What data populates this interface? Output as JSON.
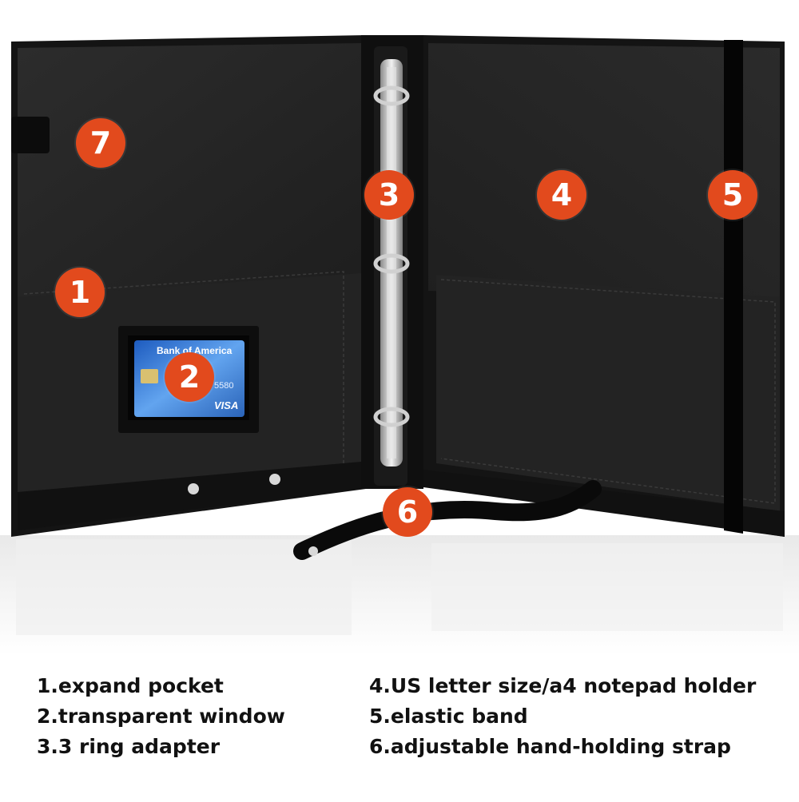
{
  "colors": {
    "badge": "#e24a1d",
    "folder": "#1b1b1b",
    "panel": "#252525",
    "ring": "#c9c9c9"
  },
  "callouts": [
    "1",
    "2",
    "3",
    "4",
    "5",
    "6",
    "7"
  ],
  "card": {
    "bank": "Bank of America",
    "brand": "VISA",
    "digits": "5580"
  },
  "legend": {
    "left": [
      "1.expand pocket",
      "2.transparent window",
      "3.3 ring adapter"
    ],
    "right": [
      "4.US letter size/a4 notepad holder",
      "5.elastic band",
      "6.adjustable hand-holding strap"
    ]
  }
}
